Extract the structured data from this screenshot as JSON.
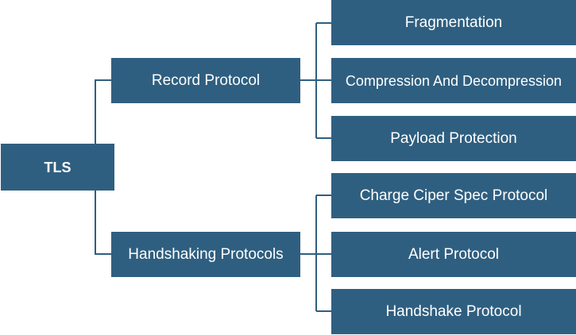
{
  "diagram": {
    "root": {
      "label": "TLS"
    },
    "branches": [
      {
        "label": "Record Protocol",
        "children": [
          {
            "label": "Fragmentation"
          },
          {
            "label": "Compression And Decompression"
          },
          {
            "label": "Payload Protection"
          }
        ]
      },
      {
        "label": "Handshaking Protocols",
        "children": [
          {
            "label": "Charge Ciper Spec Protocol"
          },
          {
            "label": "Alert Protocol"
          },
          {
            "label": "Handshake Protocol"
          }
        ]
      }
    ],
    "colors": {
      "node_fill": "#2f5f80",
      "node_text": "#ffffff",
      "connector": "#2f5f80"
    }
  }
}
